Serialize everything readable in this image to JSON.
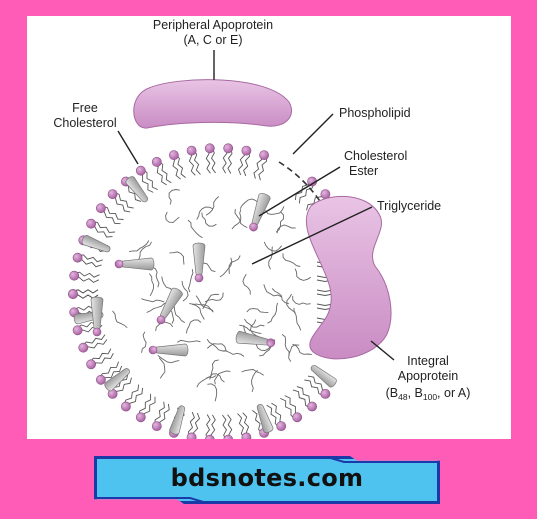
{
  "labels": {
    "peripheral_apoprotein": "Peripheral Apoprotein",
    "peripheral_types": "(A, C or E)",
    "free_cholesterol_1": "Free",
    "free_cholesterol_2": "Cholesterol",
    "phospholipid": "Phospholipid",
    "cholesterol_ester_1": "Cholesterol",
    "cholesterol_ester_2": "Ester",
    "triglyceride": "Triglyceride",
    "integral_apoprotein_1": "Integral",
    "integral_apoprotein_2": "Apoprotein",
    "integral_types": {
      "open": "(B",
      "sub1": "48",
      "mid": ", B",
      "sub2": "100",
      "close": ", or A)"
    }
  },
  "banner": {
    "site_name": "bdsnotes.com"
  },
  "colors": {
    "background": "#ff5cb8",
    "phospholipid_head": "#c77fc0",
    "apoprotein": "#dba6d6",
    "cholesterol": "#b9b9b9",
    "banner_fill": "#4ec3f0",
    "banner_border": "#1b3aa8"
  }
}
